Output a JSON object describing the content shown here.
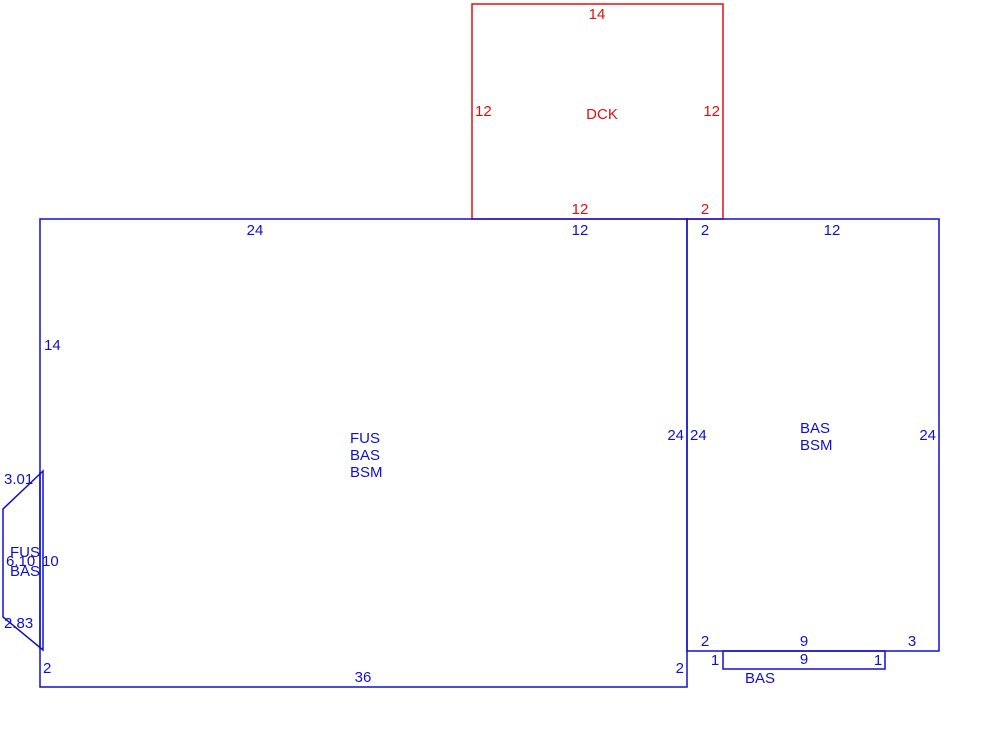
{
  "colors": {
    "main": "#1010c8",
    "deck": "#e01010",
    "background": "#ffffff"
  },
  "deck": {
    "label": "DCK",
    "dims": {
      "top": "14",
      "left": "12",
      "right": "12",
      "bottom": "12",
      "bottom_right": "2"
    }
  },
  "main_area": {
    "labels": [
      "FUS",
      "BAS",
      "BSM"
    ],
    "dims": {
      "top_left": "24",
      "top_right": "12",
      "left": "14",
      "right": "24",
      "bottom": "36",
      "bottom_left": "2",
      "bottom_right": "2"
    }
  },
  "right_area": {
    "labels": [
      "BAS",
      "BSM"
    ],
    "dims": {
      "top_left": "2",
      "top": "12",
      "left": "24",
      "right": "24",
      "bottom_left": "2",
      "bottom": "9",
      "bottom_right": "3"
    }
  },
  "small_bas": {
    "label": "BAS",
    "dims": {
      "left": "1",
      "middle": "9",
      "right": "1"
    }
  },
  "bay": {
    "labels": [
      "FUS",
      "BAS"
    ],
    "dims": {
      "top": "3.01",
      "middle": "6.10",
      "middle2": "10",
      "bottom": "2.83"
    }
  }
}
